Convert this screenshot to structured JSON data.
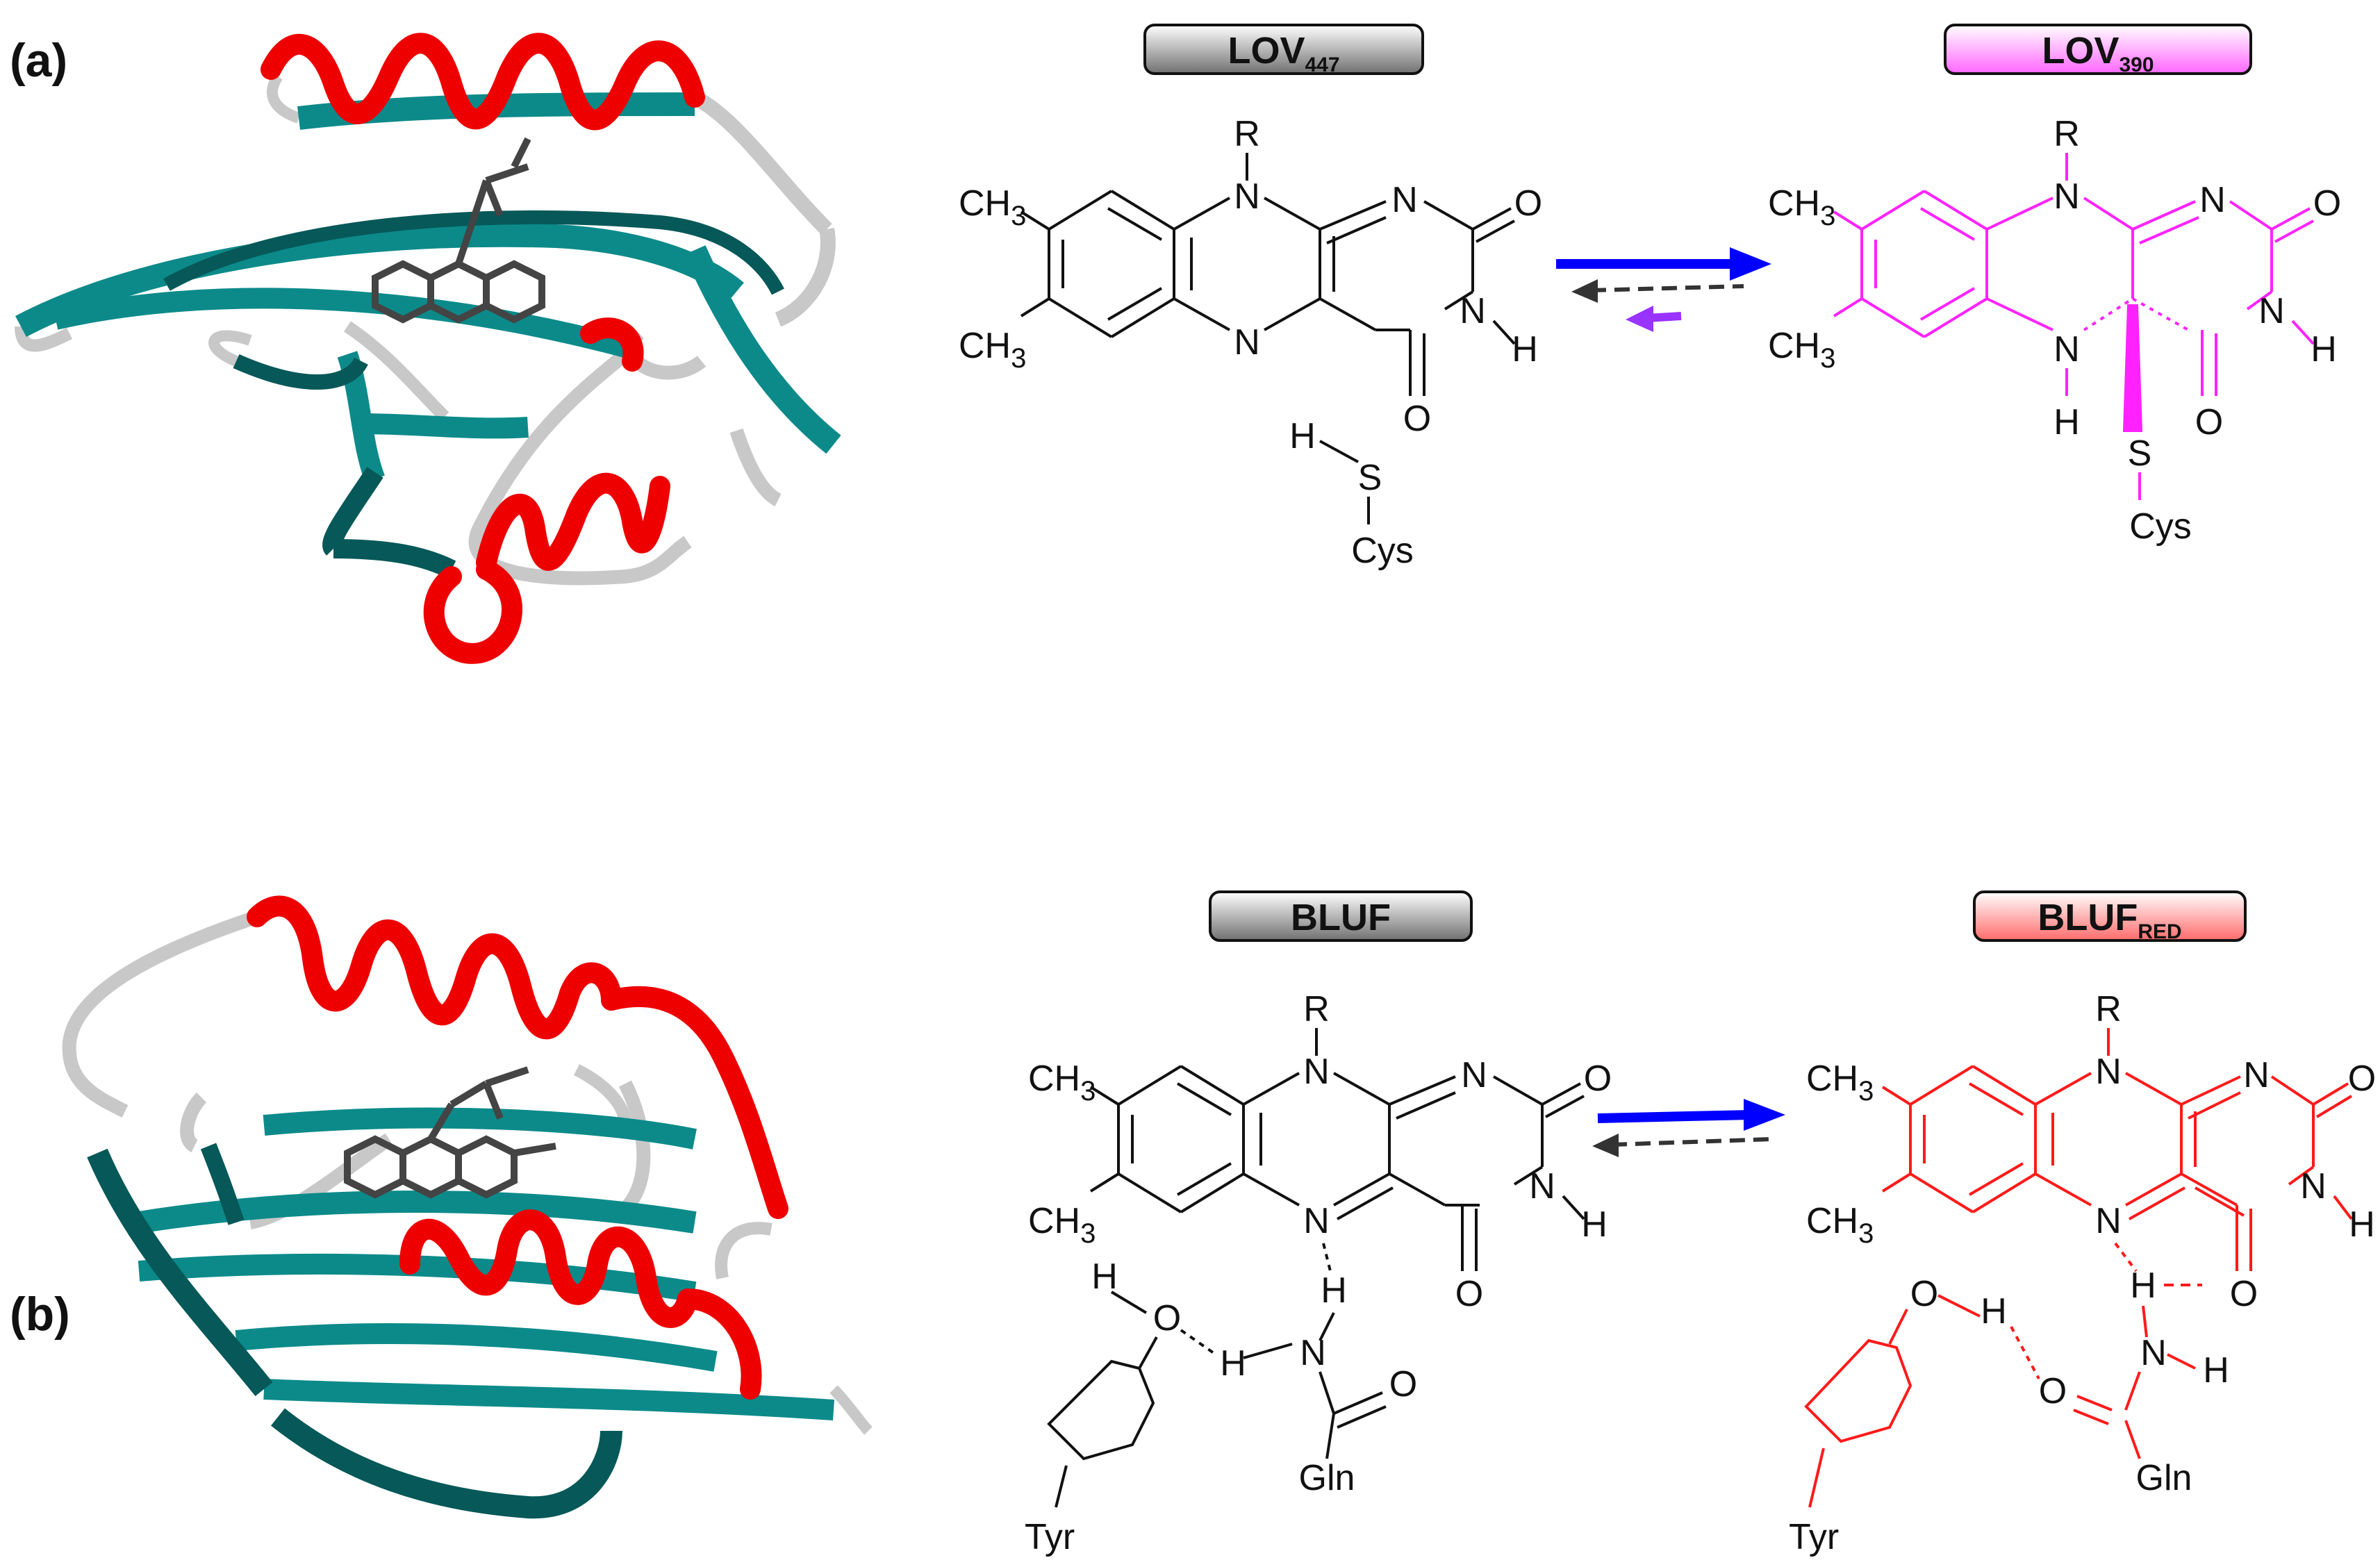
{
  "panels": [
    {
      "id": "a",
      "label": "(a)"
    },
    {
      "id": "b",
      "label": "(b)"
    }
  ],
  "states": {
    "lov_dark": {
      "name": "LOV",
      "subscript": "447",
      "text_color": "#111111",
      "badge_fill": [
        "#ffffff",
        "#707070"
      ]
    },
    "lov_lit": {
      "name": "LOV",
      "subscript": "390",
      "text_color": "#ff22ff",
      "badge_fill": [
        "#ffffff",
        "#ff66ff"
      ]
    },
    "bluf_dark": {
      "name": "BLUF",
      "subscript": "",
      "text_color": "#111111",
      "badge_fill": [
        "#ffffff",
        "#707070"
      ]
    },
    "bluf_red": {
      "name": "BLUF",
      "subscript": "RED",
      "text_color": "#ff1a1a",
      "badge_fill": [
        "#ffffff",
        "#ff6b6b"
      ]
    }
  },
  "atoms": {
    "R": "R",
    "N": "N",
    "O": "O",
    "H": "H",
    "S": "S",
    "CH": "CH",
    "three": "3",
    "Cys": "Cys",
    "Gln": "Gln",
    "Tyr": "Tyr"
  },
  "arrows": {
    "forward_color": "#0000ff",
    "back_color": "#333333",
    "lov_extra_color": "#9933ff"
  },
  "protein_colors": {
    "helix": "#ee0000",
    "sheet": "#0c8a8a",
    "sheet_dark": "#075858",
    "coil": "#c8c8c8",
    "ligand": "#444444"
  }
}
